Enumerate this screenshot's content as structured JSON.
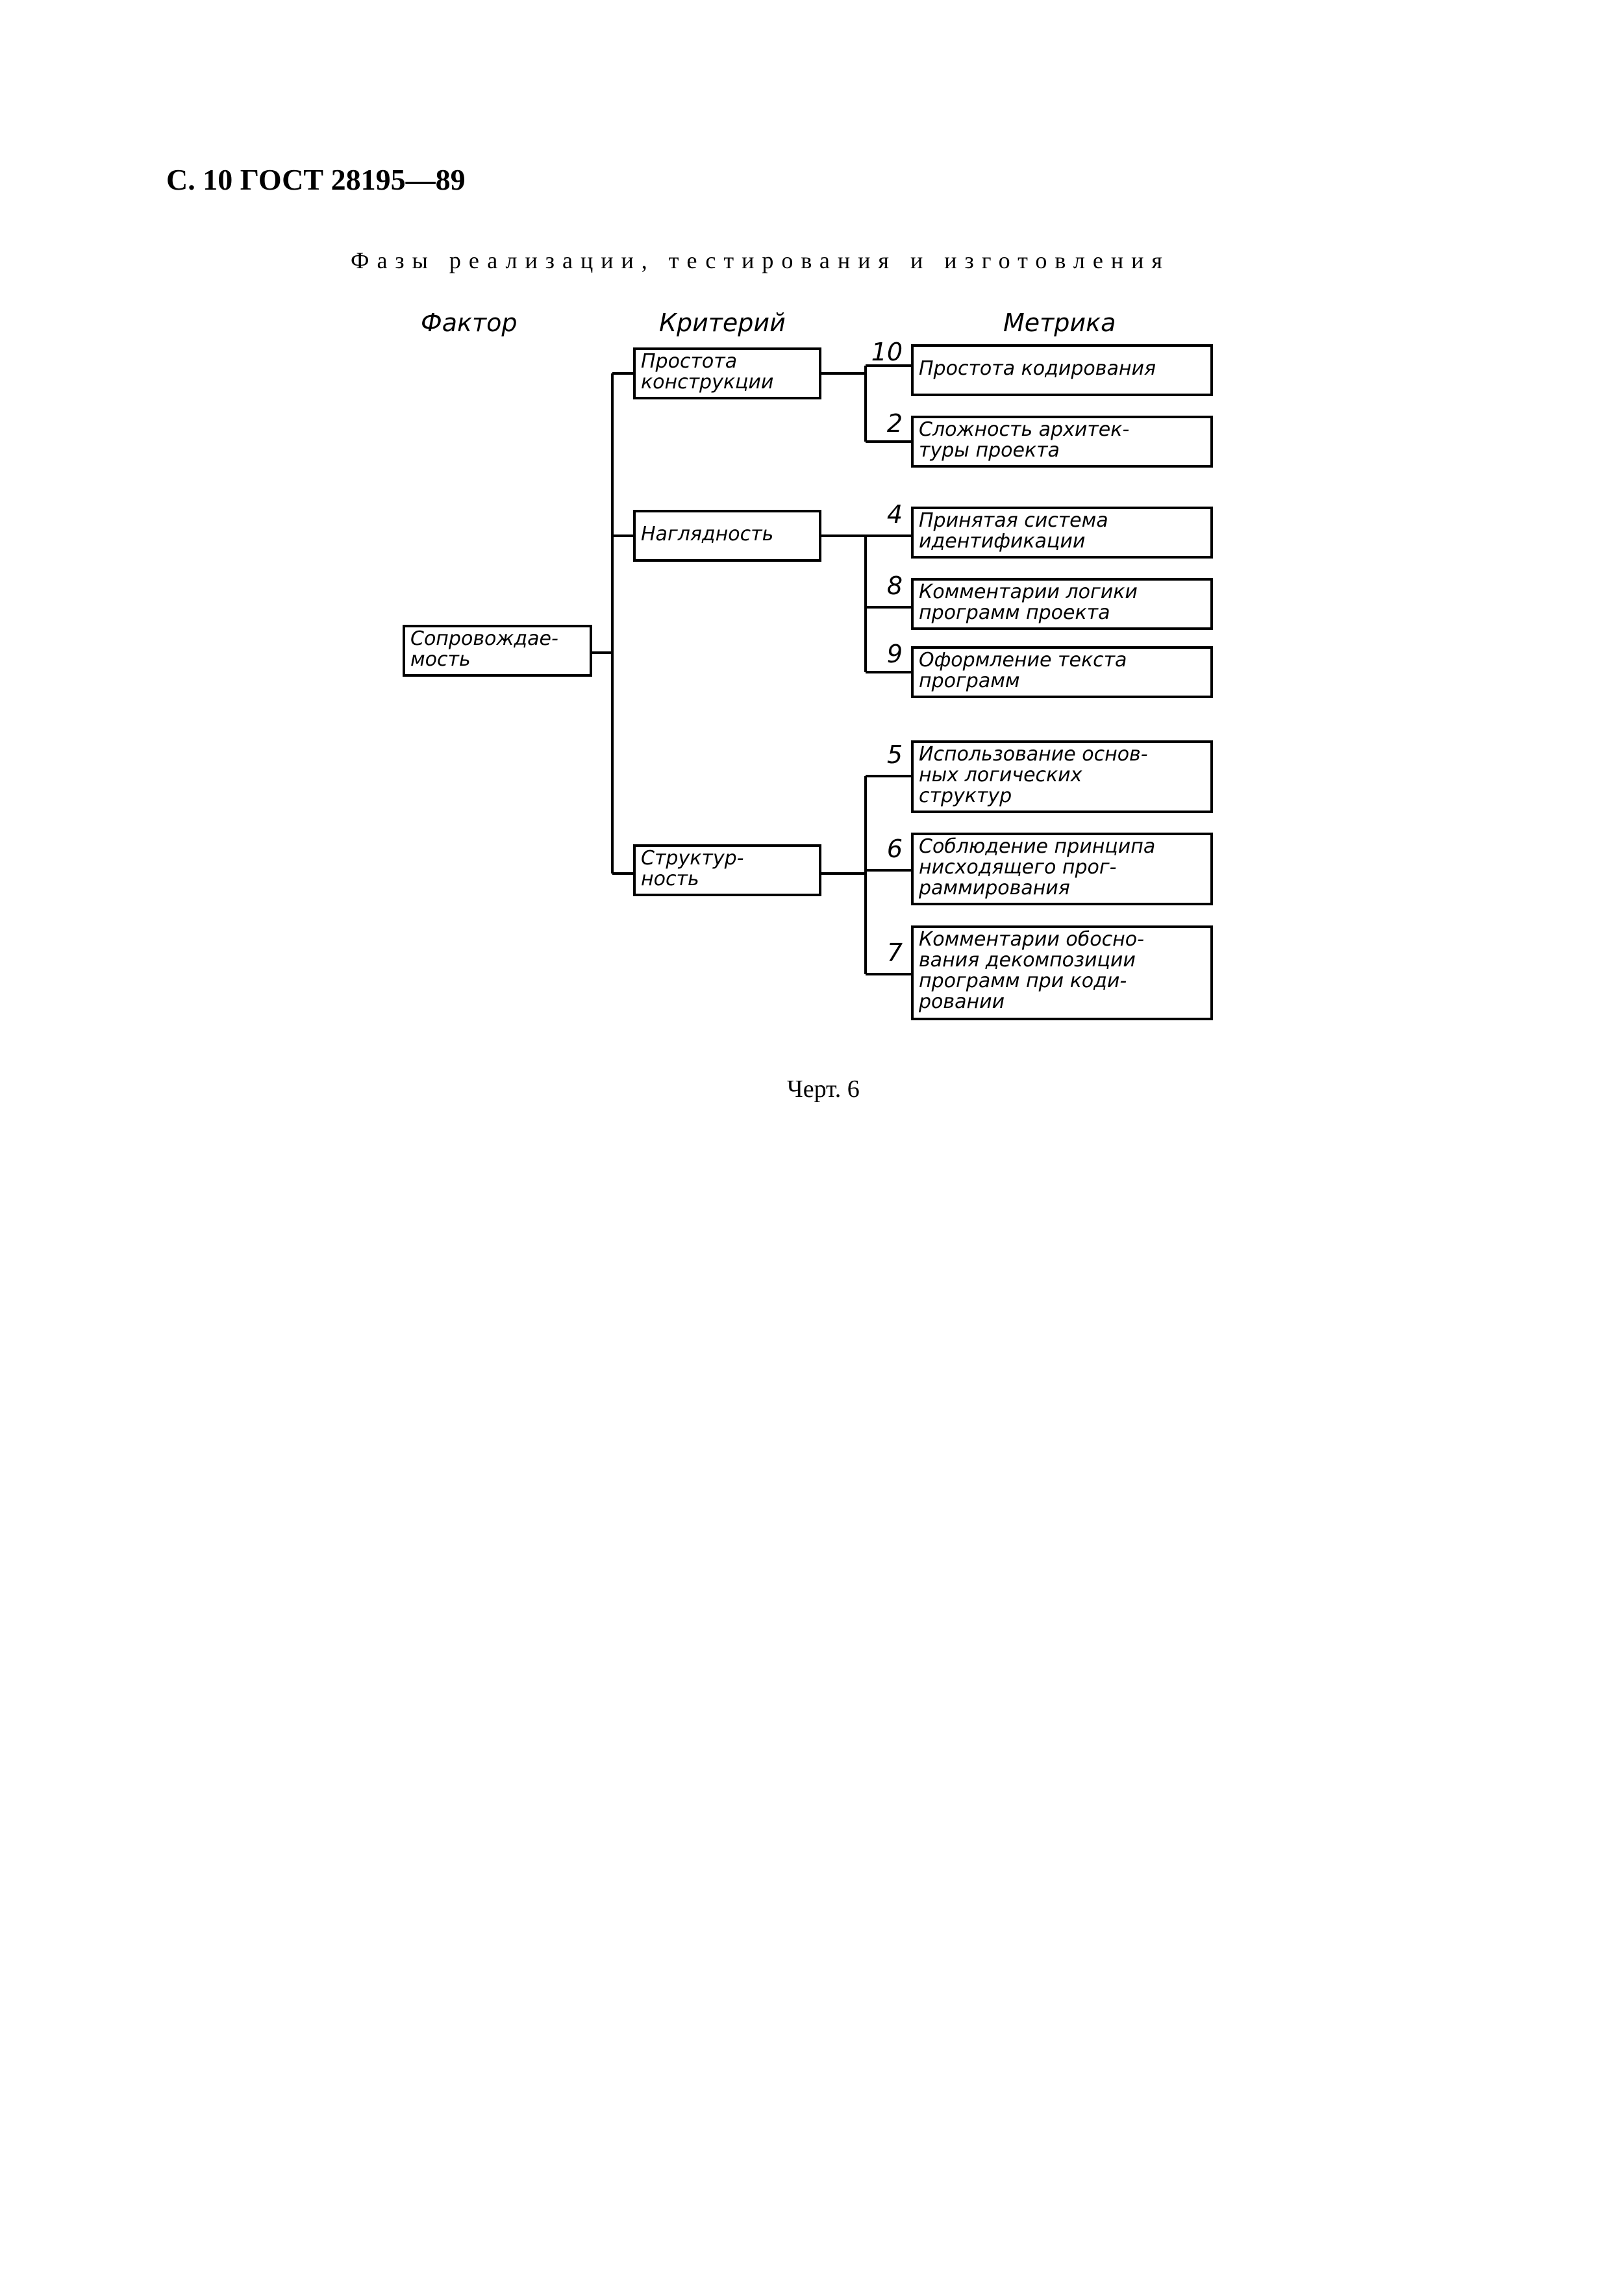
{
  "page": {
    "header": "С. 10 ГОСТ 28195—89",
    "subtitle": "Фазы реализации, тестирования и изготовления",
    "caption": "Черт. 6"
  },
  "diagram": {
    "col_factor": "Фактор",
    "col_criterion": "Критерий",
    "col_metric": "Метрика",
    "factor": "Сопровождае-\nмость",
    "criteria": [
      "Простота\nконструкции",
      "Наглядность",
      "Структур-\nность"
    ],
    "metrics": [
      {
        "num": "10",
        "text": "Простота кодирования"
      },
      {
        "num": "2",
        "text": "Сложность архитек-\nтуры проекта"
      },
      {
        "num": "4",
        "text": "Принятая система\nидентификации"
      },
      {
        "num": "8",
        "text": "Комментарии логики\nпрограмм проекта"
      },
      {
        "num": "9",
        "text": "Оформление текста\nпрограмм"
      },
      {
        "num": "5",
        "text": "Использование основ-\nных логических\nструктур"
      },
      {
        "num": "6",
        "text": "Соблюдение принципа\nнисходящего прог-\nраммирования"
      },
      {
        "num": "7",
        "text": "Комментарии обосно-\nвания декомпозиции\nпрограмм при коди-\nровании"
      }
    ]
  }
}
